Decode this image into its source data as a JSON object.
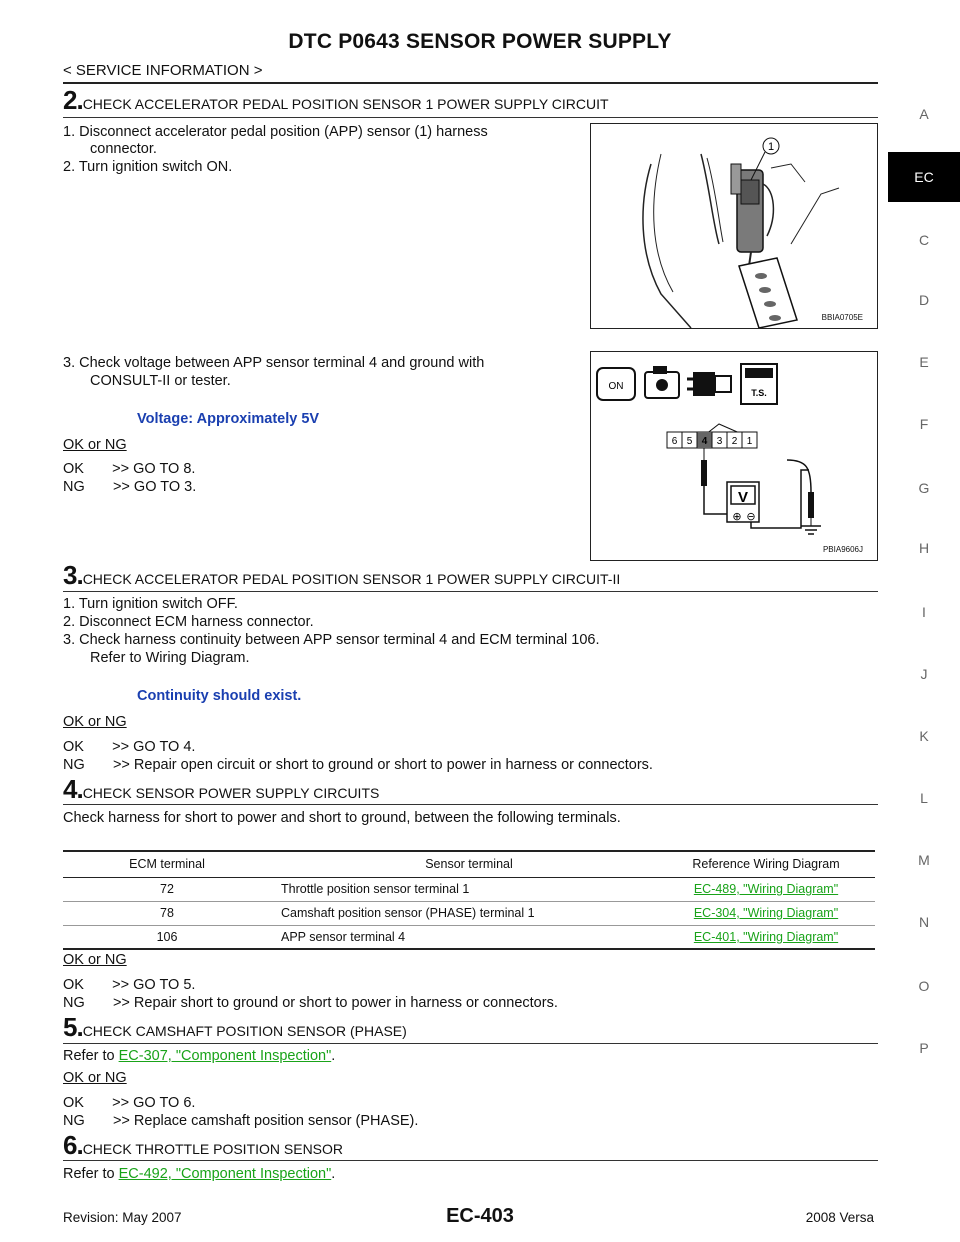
{
  "header": {
    "title": "DTC P0643 SENSOR POWER SUPPLY",
    "subtitle": "< SERVICE INFORMATION >"
  },
  "sidebar": {
    "letters": [
      "A",
      "EC",
      "C",
      "D",
      "E",
      "F",
      "G",
      "H",
      "I",
      "J",
      "K",
      "L",
      "M",
      "N",
      "O",
      "P"
    ],
    "active": "EC"
  },
  "step2": {
    "num": "2.",
    "title": "CHECK ACCELERATOR PEDAL POSITION SENSOR 1 POWER SUPPLY CIRCUIT",
    "l1a": "1.  Disconnect accelerator pedal position (APP) sensor (1) harness",
    "l1b": "connector.",
    "l2": "2.  Turn ignition switch ON.",
    "l3a": "3.  Check voltage between APP sensor terminal 4 and ground with",
    "l3b": "CONSULT-II or tester.",
    "spec": "Voltage: Approximately 5V",
    "okng": "OK or NG",
    "ok": "OK       >> GO TO 8.",
    "ng": "NG       >> GO TO 3.",
    "fig1_id": "BBIA0705E",
    "fig1_callout": "1",
    "fig2_id": "PBIA9606J",
    "fig2_on": "ON",
    "fig2_ts": "T.S.",
    "fig2_v": "V",
    "fig2_pins": [
      "6",
      "5",
      "4",
      "3",
      "2",
      "1"
    ],
    "fig2_plus": "⊕",
    "fig2_minus": "⊖"
  },
  "step3": {
    "num": "3.",
    "title": "CHECK ACCELERATOR PEDAL POSITION SENSOR 1 POWER SUPPLY CIRCUIT-II",
    "l1": "1.  Turn ignition switch OFF.",
    "l2": "2.  Disconnect ECM harness connector.",
    "l3a": "3.  Check harness continuity between APP sensor terminal 4 and ECM terminal 106.",
    "l3b": "Refer to Wiring Diagram.",
    "spec": "Continuity should exist.",
    "okng": "OK or NG",
    "ok": "OK       >> GO TO 4.",
    "ng": "NG       >> Repair open circuit or short to ground or short to power in harness or connectors."
  },
  "step4": {
    "num": "4.",
    "title": "CHECK SENSOR POWER SUPPLY CIRCUITS",
    "intro": "Check harness for short to power and short to ground, between the following terminals.",
    "table": {
      "headers": [
        "ECM terminal",
        "Sensor terminal",
        "Reference Wiring Diagram"
      ],
      "rows": [
        [
          "72",
          "Throttle position sensor terminal 1",
          "EC-489, \"Wiring Diagram\""
        ],
        [
          "78",
          "Camshaft position sensor (PHASE) terminal 1",
          "EC-304, \"Wiring Diagram\""
        ],
        [
          "106",
          "APP sensor terminal 4",
          "EC-401, \"Wiring Diagram\""
        ]
      ]
    },
    "okng": "OK or NG",
    "ok": "OK       >> GO TO 5.",
    "ng": "NG       >> Repair short to ground or short to power in harness or connectors."
  },
  "step5": {
    "num": "5.",
    "title": "CHECK CAMSHAFT POSITION SENSOR (PHASE)",
    "refer_prefix": "Refer to ",
    "refer_link": "EC-307, \"Component Inspection\"",
    "refer_suffix": ".",
    "okng": "OK or NG",
    "ok": "OK       >> GO TO 6.",
    "ng": "NG       >> Replace camshaft position sensor (PHASE)."
  },
  "step6": {
    "num": "6.",
    "title": "CHECK THROTTLE POSITION SENSOR",
    "refer_prefix": "Refer to ",
    "refer_link": "EC-492, \"Component Inspection\"",
    "refer_suffix": "."
  },
  "footer": {
    "revision": "Revision: May 2007",
    "page": "EC-403",
    "model": "2008 Versa"
  }
}
